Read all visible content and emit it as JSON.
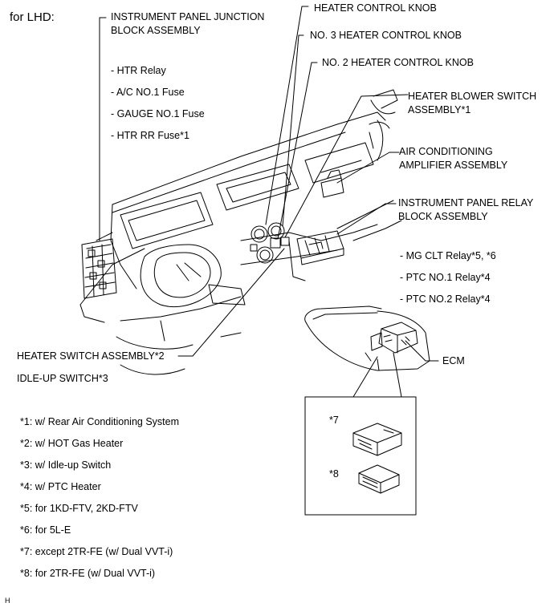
{
  "header": {
    "title": "for LHD:"
  },
  "labels": {
    "ipjb_line1": "INSTRUMENT PANEL JUNCTION",
    "ipjb_line2": "BLOCK ASSEMBLY",
    "ipjb_items": [
      "- HTR Relay",
      "- A/C NO.1 Fuse",
      "- GAUGE NO.1 Fuse",
      "- HTR RR Fuse*1"
    ],
    "heater_control_knob": "HEATER CONTROL KNOB",
    "no3_knob": "NO. 3 HEATER CONTROL KNOB",
    "no2_knob": "NO. 2 HEATER CONTROL KNOB",
    "blower_line1": "HEATER BLOWER SWITCH",
    "blower_line2": "ASSEMBLY*1",
    "ac_amp_line1": "AIR CONDITIONING",
    "ac_amp_line2": "AMPLIFIER ASSEMBLY",
    "iprb_line1": "INSTRUMENT PANEL RELAY",
    "iprb_line2": "BLOCK ASSEMBLY",
    "iprb_items": [
      "- MG CLT Relay*5, *6",
      "- PTC NO.1 Relay*4",
      "- PTC NO.2 Relay*4"
    ],
    "ecm": "ECM",
    "heater_switch": "HEATER SWITCH ASSEMBLY*2",
    "idle_up": "IDLE-UP SWITCH*3",
    "inset_7": "*7",
    "inset_8": "*8"
  },
  "footnotes": [
    "*1: w/ Rear Air Conditioning System",
    "*2: w/ HOT Gas Heater",
    "*3: w/ Idle-up Switch",
    "*4: w/ PTC Heater",
    "*5: for 1KD-FTV, 2KD-FTV",
    "*6: for 5L-E",
    "*7: except 2TR-FE (w/ Dual VVT-i)",
    "*8: for 2TR-FE (w/ Dual VVT-i)"
  ],
  "page_mark": "H"
}
